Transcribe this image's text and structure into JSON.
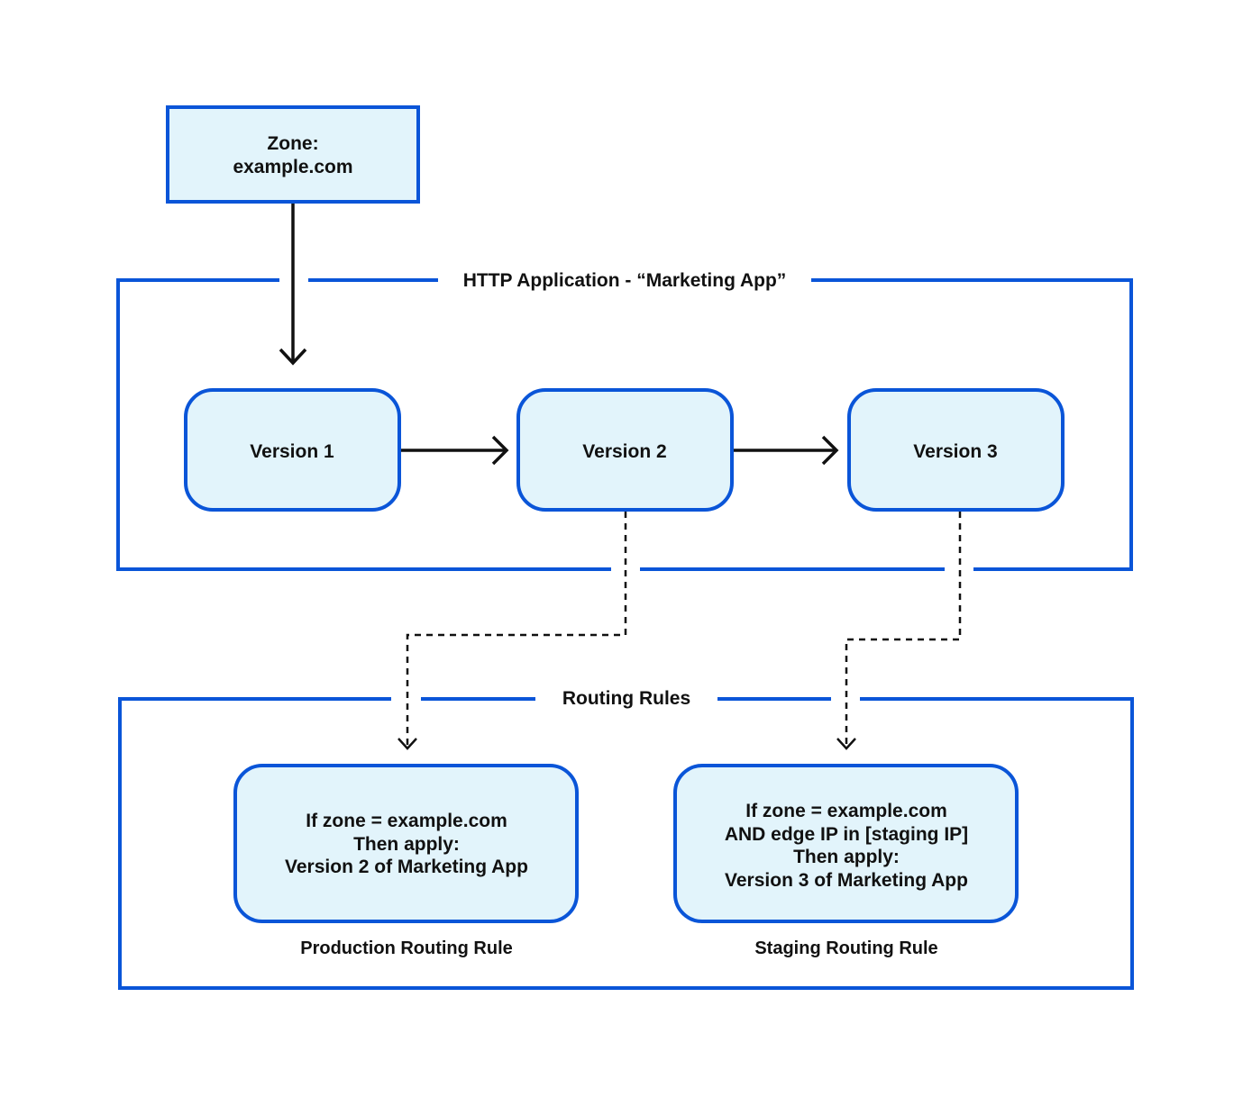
{
  "colors": {
    "border": "#0a55d8",
    "fill": "#e2f4fb",
    "arrow": "#111111",
    "background": "#ffffff"
  },
  "zone": {
    "line1": "Zone:",
    "line2": "example.com"
  },
  "http_app": {
    "label": "HTTP Application - “Marketing App”"
  },
  "versions": [
    {
      "label": "Version 1"
    },
    {
      "label": "Version 2"
    },
    {
      "label": "Version 3"
    }
  ],
  "routing": {
    "label": "Routing Rules",
    "production": {
      "lines": [
        "If zone = example.com",
        "Then apply:",
        "Version 2 of Marketing App"
      ],
      "caption": "Production Routing Rule"
    },
    "staging": {
      "lines": [
        "If zone = example.com",
        "AND edge IP in [staging IP]",
        "Then apply:",
        "Version 3 of Marketing App"
      ],
      "caption": "Staging Routing Rule"
    }
  }
}
